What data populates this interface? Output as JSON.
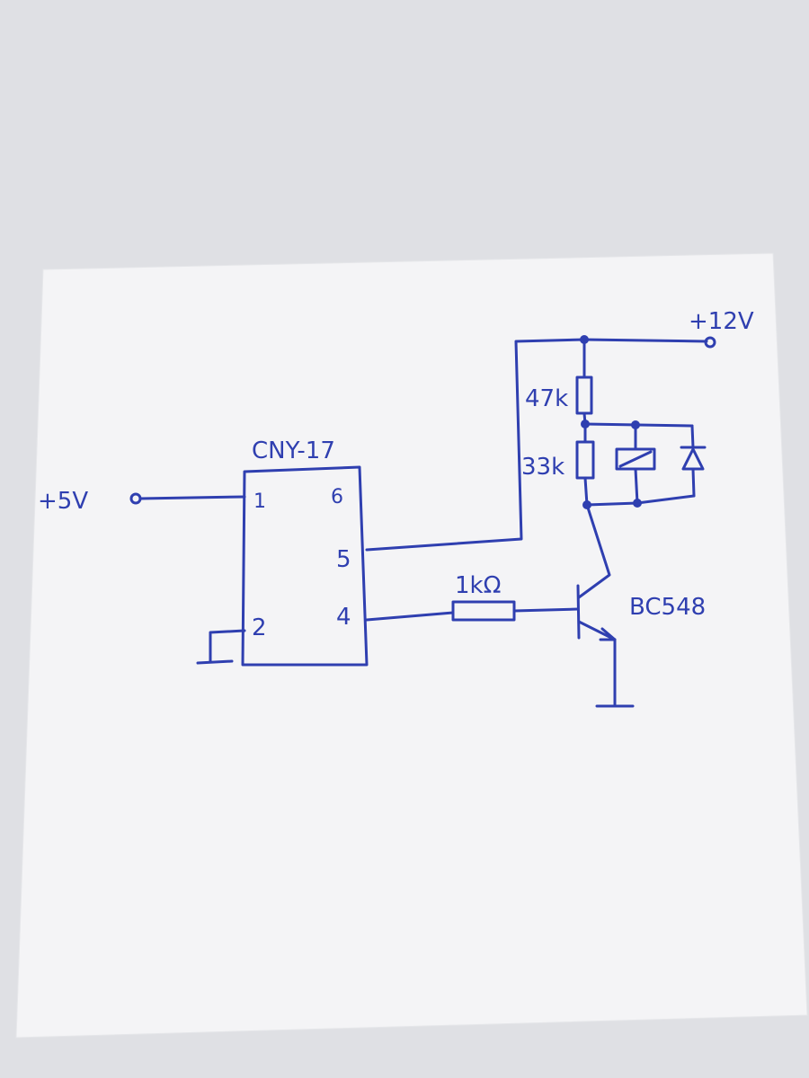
{
  "colors": {
    "background": "#dfe0e4",
    "paper": "#f4f4f6",
    "ink": "#2f3fb0"
  },
  "labels": {
    "plus5v": "+5V",
    "plus12v": "+12V",
    "optocoupler": "CNY-17",
    "pin1": "1",
    "pin2": "2",
    "pin4": "4",
    "pin5": "5",
    "pin6": "6",
    "r_base": "1kΩ",
    "r_top": "47k",
    "r_mid": "33k",
    "transistor": "BC548"
  },
  "components": {
    "relay": "relay-coil-icon",
    "diode": "diode-icon",
    "ground": "ground-icon",
    "terminal": "terminal-circle-icon"
  }
}
